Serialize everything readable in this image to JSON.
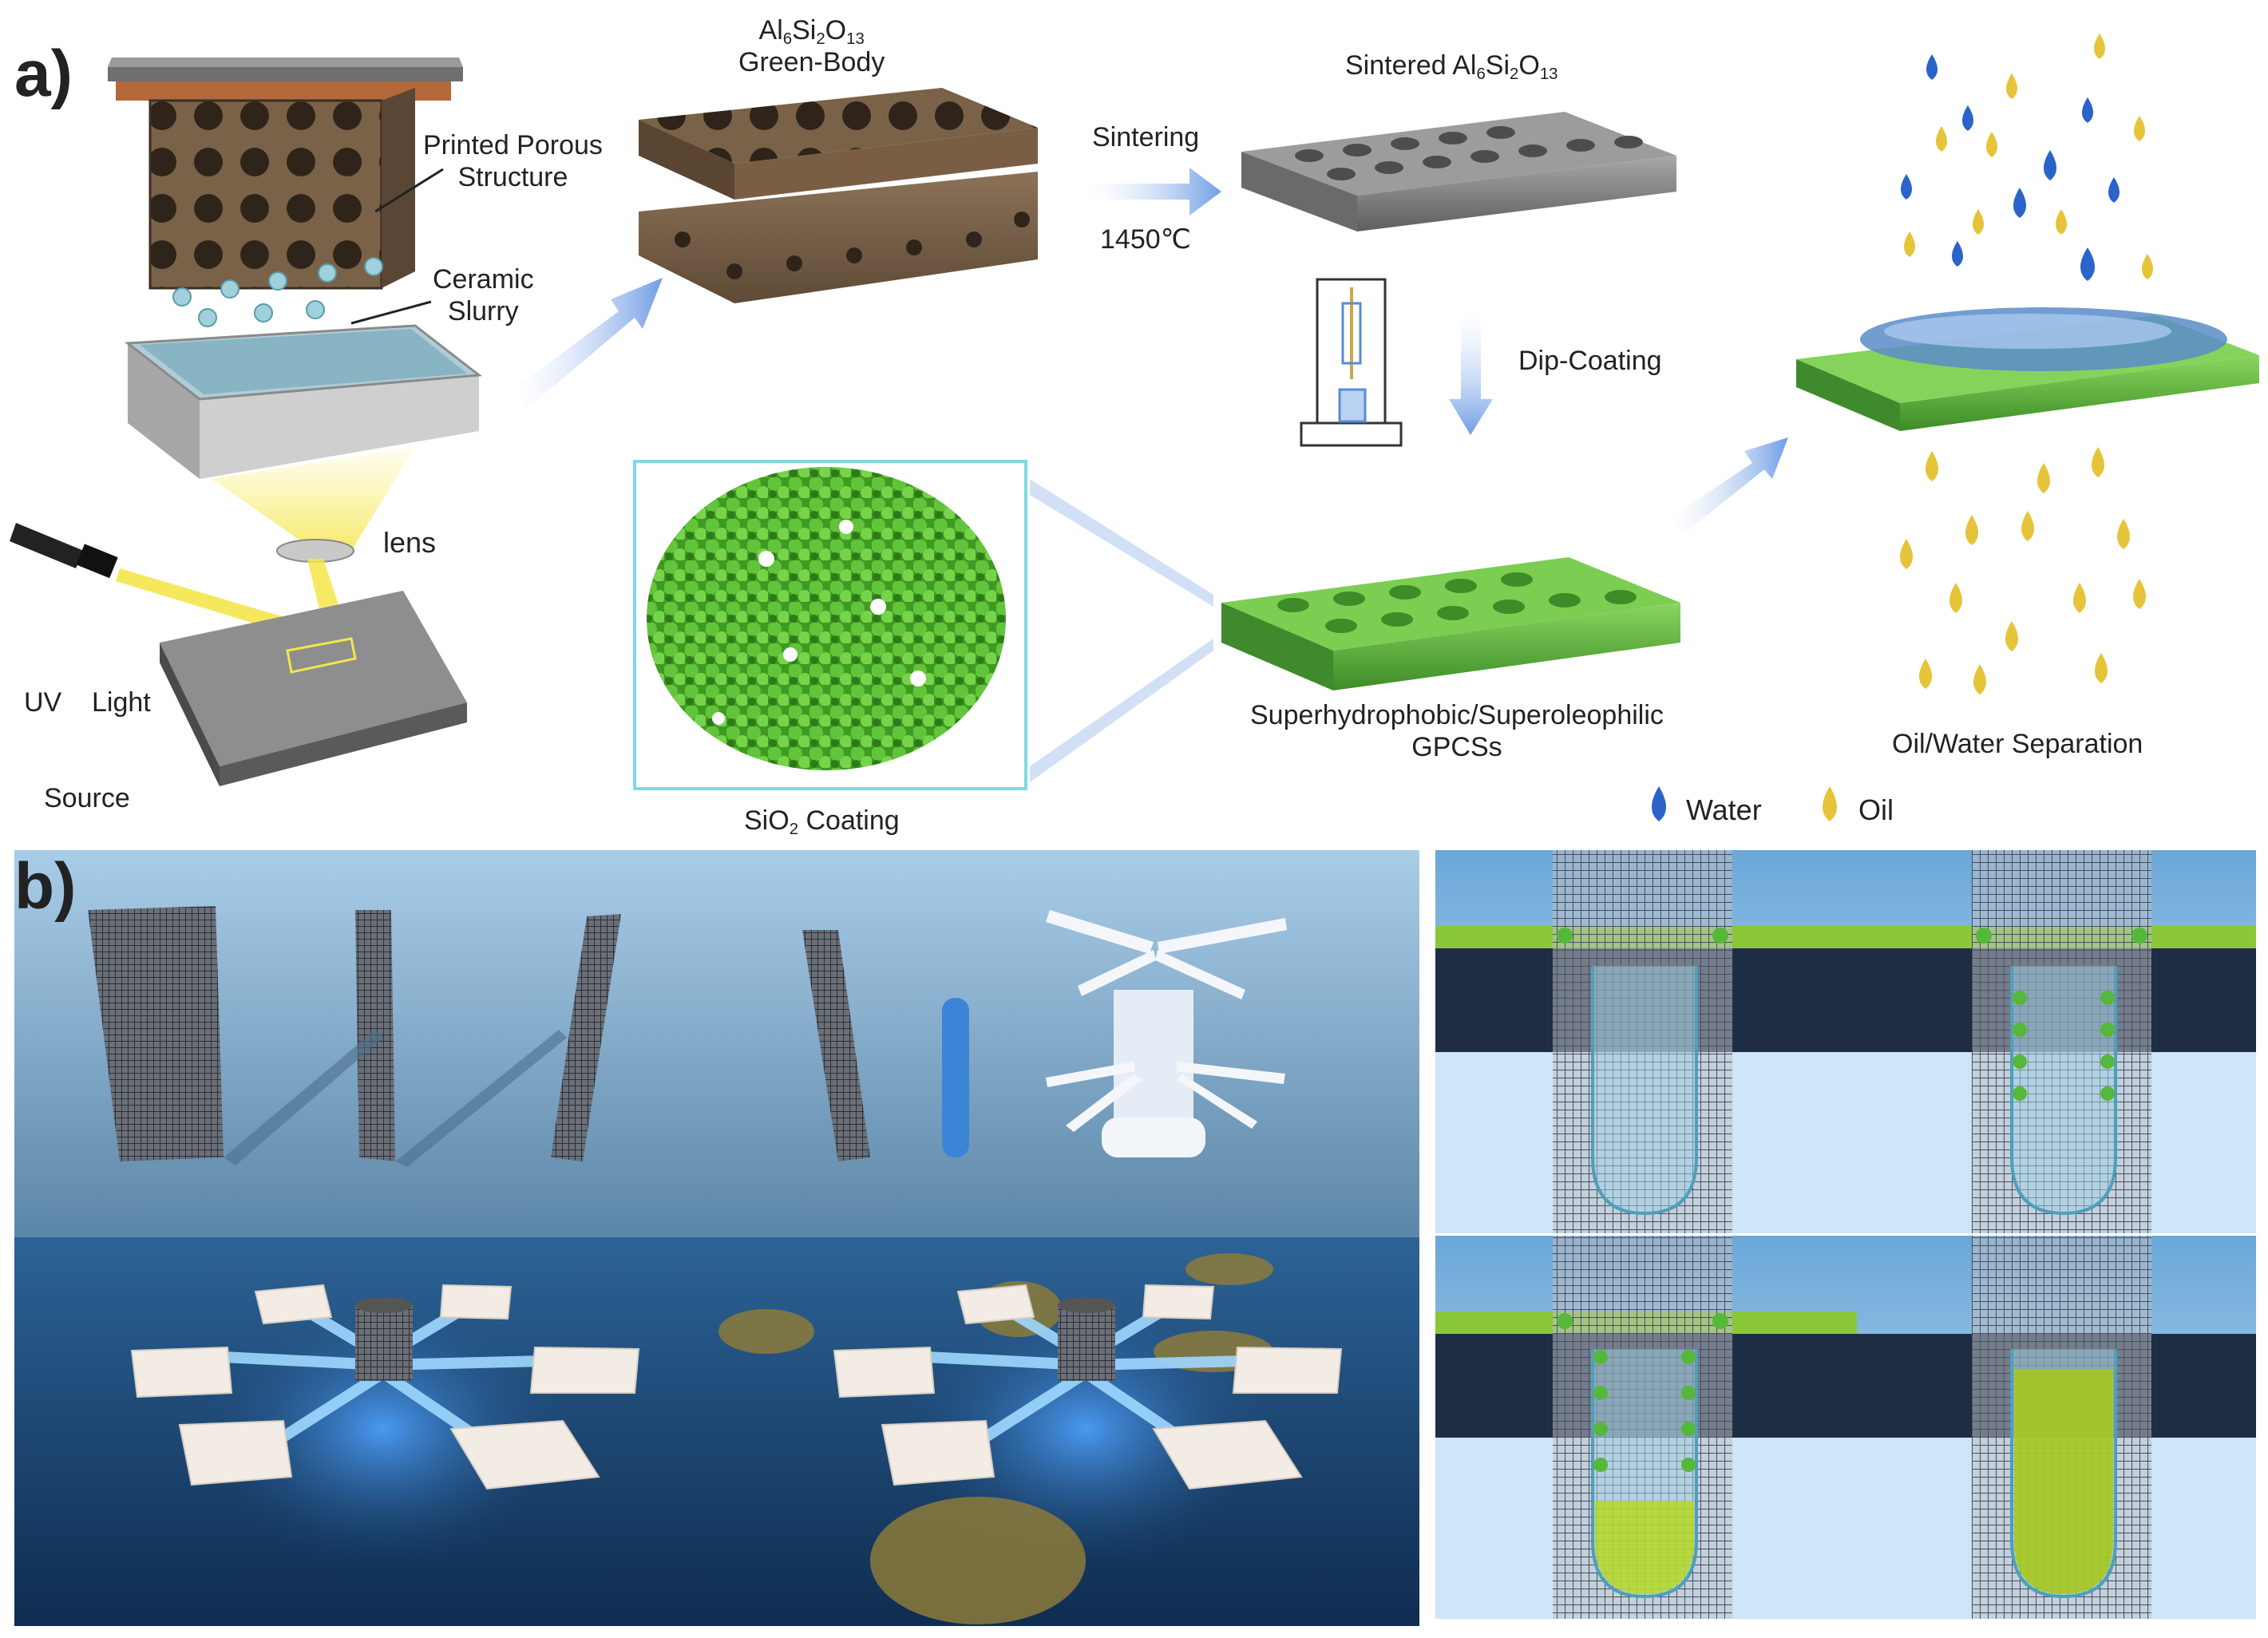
{
  "panels": {
    "a": "a)",
    "b": "b)"
  },
  "labels": {
    "printed_porous_line1": "Printed Porous",
    "printed_porous_line2": "Structure",
    "ceramic_line1": "Ceramic",
    "ceramic_line2": "Slurry",
    "lens": "lens",
    "uv_line1": "UV    Light",
    "uv_line2": "Source",
    "green_body_formula": {
      "al": "Al",
      "al_n": "6",
      "si": "Si",
      "si_n": "2",
      "o": "O",
      "o_n": "13"
    },
    "green_body_line2": "Green-Body",
    "sintering": "Sintering",
    "temperature": "1450℃",
    "sintered_prefix": "Sintered ",
    "sintered_formula": {
      "al": "Al",
      "al_n": "6",
      "si": "Si",
      "si_n": "2",
      "o": "O",
      "o_n": "13"
    },
    "dip_coating": "Dip-Coating",
    "sio2": {
      "si": "SiO",
      "n": "2",
      "rest": " Coating"
    },
    "gpcs_line1": "Superhydrophobic/Superoleophilic",
    "gpcs_line2": "GPCSs",
    "oil_water": "Oil/Water Separation",
    "legend_water": "Water",
    "legend_oil": "Oil"
  },
  "colors": {
    "green_body": "#7a6248",
    "sintered": "#8a8a8a",
    "coated": "#5fb53a",
    "arrow": "#8fb4ea",
    "water_drop": "#2a64c8",
    "oil_drop": "#e6c43a",
    "uv_light": "#f4e64a",
    "sea": "#1e4a78",
    "sky": "#9fc6e6"
  },
  "icons": [
    "water-drop-icon",
    "oil-drop-icon",
    "arrow-icon"
  ]
}
